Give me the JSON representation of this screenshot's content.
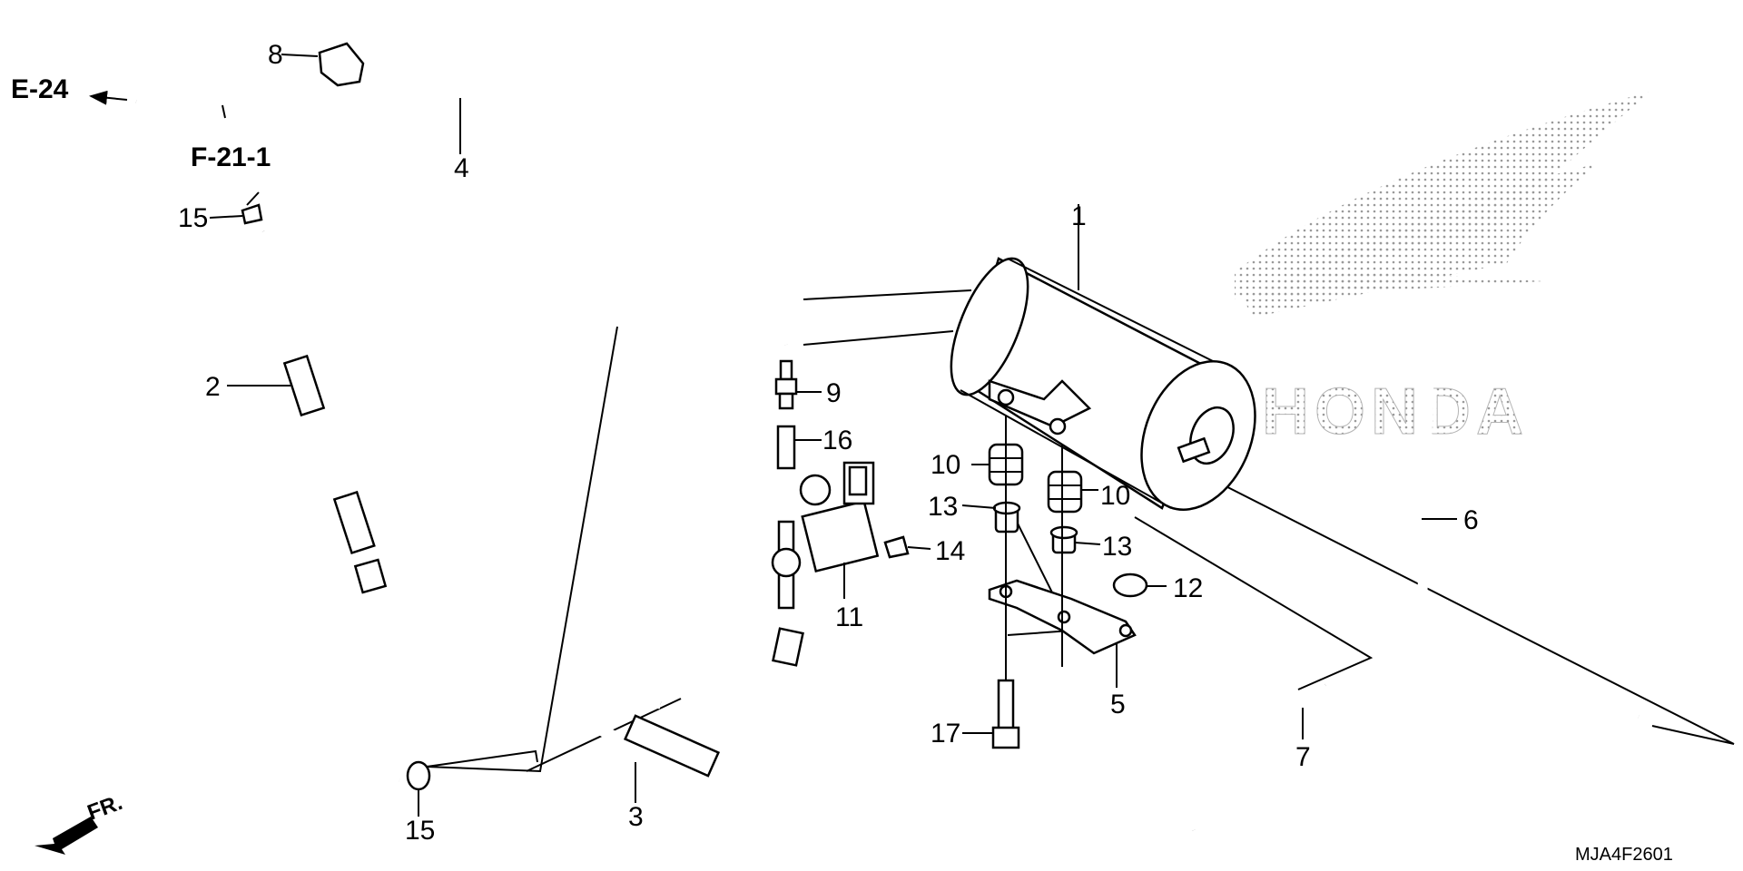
{
  "diagram": {
    "drawing_code": "MJA4F2601",
    "direction_label": "FR.",
    "logo_text": "HONDA",
    "references": [
      {
        "id": "ref-e24",
        "label": "E-24"
      },
      {
        "id": "ref-f211",
        "label": "F-21-1"
      }
    ],
    "callouts": [
      {
        "id": "c1",
        "label": "1"
      },
      {
        "id": "c2",
        "label": "2"
      },
      {
        "id": "c3",
        "label": "3"
      },
      {
        "id": "c4",
        "label": "4"
      },
      {
        "id": "c5",
        "label": "5"
      },
      {
        "id": "c6",
        "label": "6"
      },
      {
        "id": "c7",
        "label": "7"
      },
      {
        "id": "c8",
        "label": "8"
      },
      {
        "id": "c9",
        "label": "9"
      },
      {
        "id": "c10a",
        "label": "10"
      },
      {
        "id": "c10b",
        "label": "10"
      },
      {
        "id": "c11",
        "label": "11"
      },
      {
        "id": "c12",
        "label": "12"
      },
      {
        "id": "c13a",
        "label": "13"
      },
      {
        "id": "c13b",
        "label": "13"
      },
      {
        "id": "c14",
        "label": "14"
      },
      {
        "id": "c15a",
        "label": "15"
      },
      {
        "id": "c15b",
        "label": "15"
      },
      {
        "id": "c16",
        "label": "16"
      },
      {
        "id": "c17",
        "label": "17"
      }
    ],
    "colors": {
      "line": "#000000",
      "background": "#ffffff",
      "logo_dots": "#9a9a9a"
    }
  }
}
